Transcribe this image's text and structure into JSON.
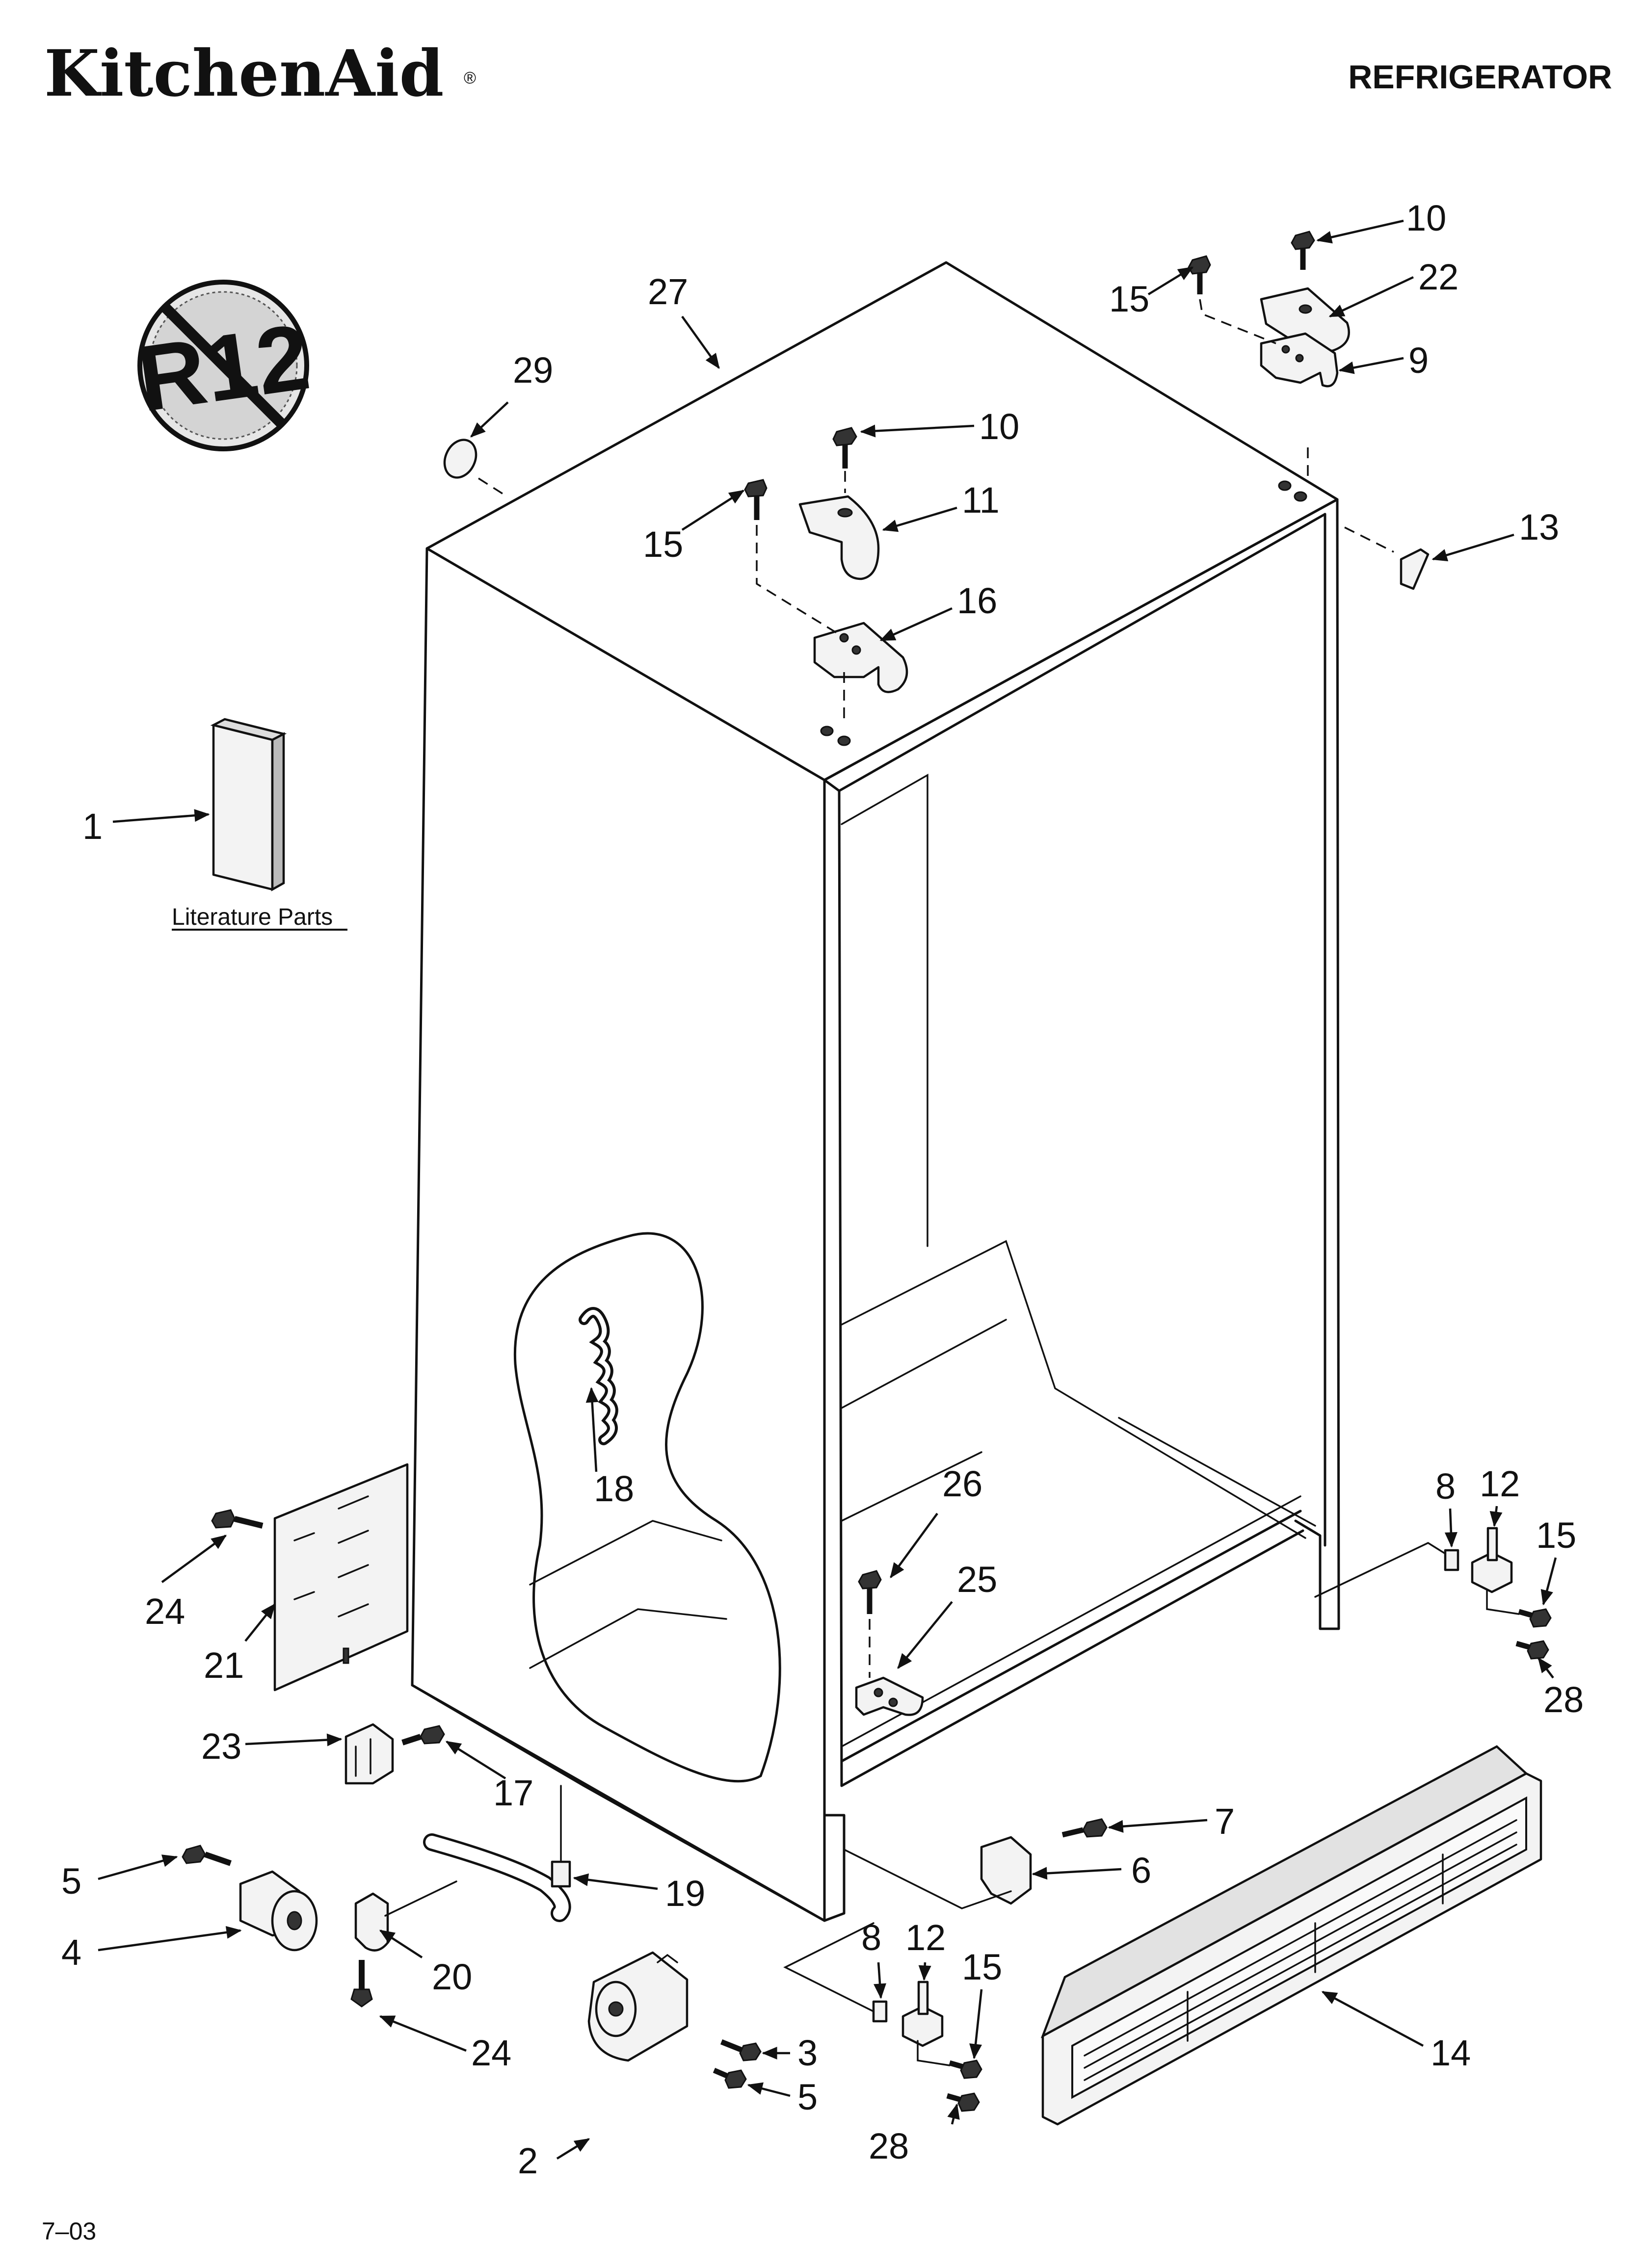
{
  "header": {
    "brand": "KitchenAid",
    "brand_mark": "®",
    "title": "REFRIGERATOR"
  },
  "badge": {
    "text": "R12",
    "icon": "no-r12-refrigerant-icon"
  },
  "literature": {
    "label": "Literature Parts"
  },
  "footer": {
    "date_code": "7–03"
  },
  "callouts": {
    "c1": "1",
    "c2": "2",
    "c3": "3",
    "c4": "4",
    "c5a": "5",
    "c5b": "5",
    "c6": "6",
    "c7": "7",
    "c8a": "8",
    "c8b": "8",
    "c9": "9",
    "c10a": "10",
    "c10b": "10",
    "c11": "11",
    "c12a": "12",
    "c12b": "12",
    "c13": "13",
    "c14": "14",
    "c15a": "15",
    "c15b": "15",
    "c15c": "15",
    "c15d": "15",
    "c16": "16",
    "c17": "17",
    "c18": "18",
    "c19": "19",
    "c20": "20",
    "c21": "21",
    "c22": "22",
    "c23": "23",
    "c24a": "24",
    "c24b": "24",
    "c25": "25",
    "c26": "26",
    "c27": "27",
    "c28a": "28",
    "c28b": "28",
    "c29": "29"
  }
}
